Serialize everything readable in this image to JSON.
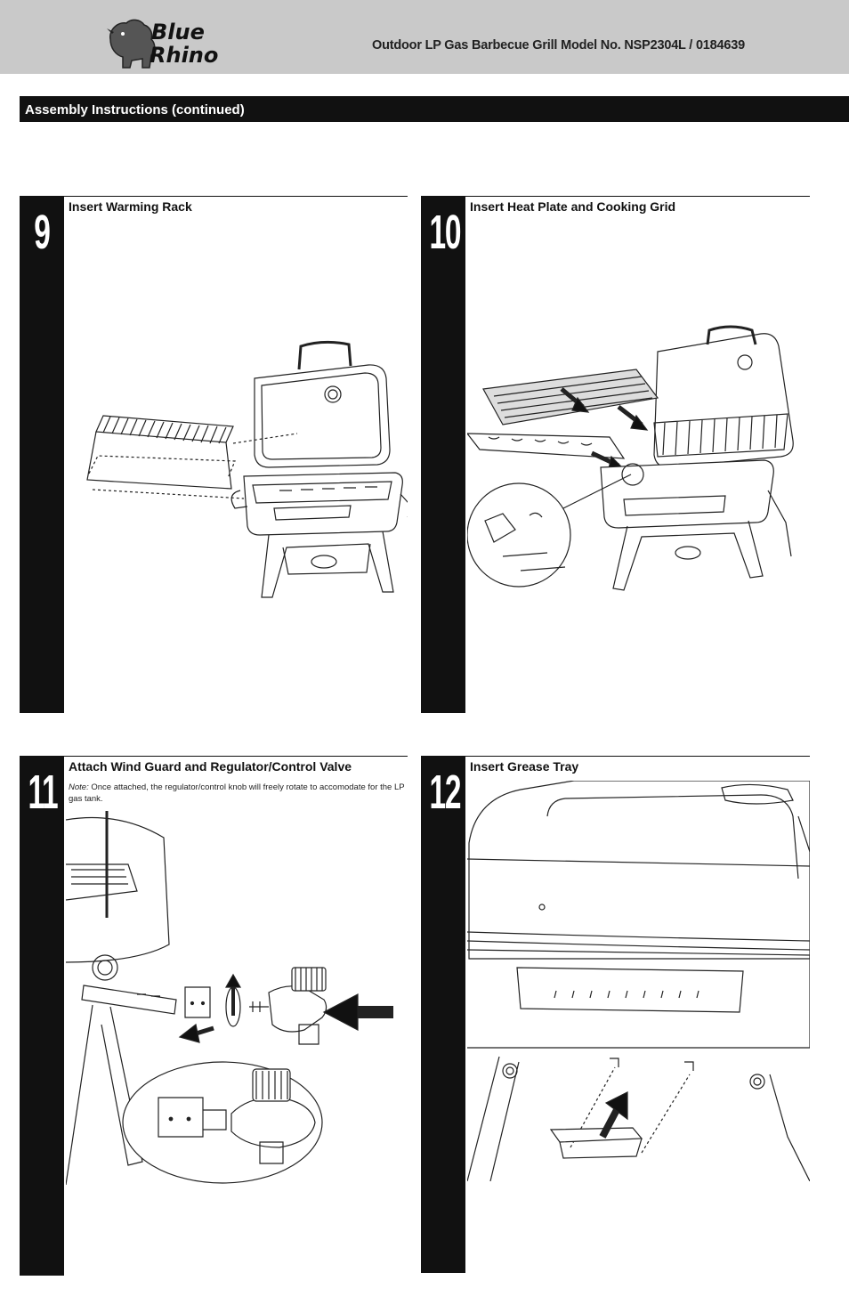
{
  "brand": {
    "logo_text_line1": "Blue",
    "logo_text_line2": "Rhino"
  },
  "header": {
    "title": "Outdoor LP Gas Barbecue Grill  Model No. NSP2304L / 0184639"
  },
  "section": {
    "title": "Assembly Instructions (continued)"
  },
  "steps": [
    {
      "number": "9",
      "title": "Insert Warming Rack"
    },
    {
      "number": "10",
      "title": "Insert Heat Plate and Cooking Grid"
    },
    {
      "number": "11",
      "title": "Attach Wind Guard and Regulator/Control Valve",
      "note_label": "Note:",
      "note_text": "Once attached, the regulator/control knob will freely rotate to accomodate for the LP gas tank."
    },
    {
      "number": "12",
      "title": "Insert Grease Tray"
    }
  ],
  "colors": {
    "header_bg": "#c9c9c9",
    "bar_bg": "#111111",
    "bar_text": "#ffffff"
  }
}
